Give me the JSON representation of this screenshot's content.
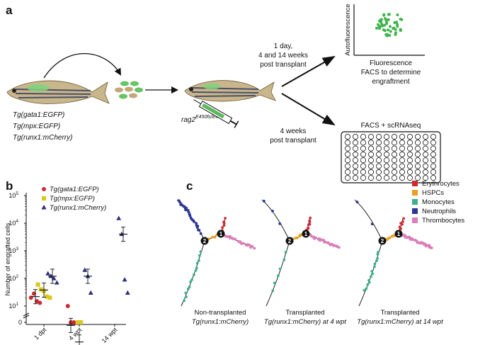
{
  "panel_labels": {
    "a": "a",
    "b": "b",
    "c": "c"
  },
  "panel_a": {
    "donor_lines": [
      "Tg(gata1:EGFP)",
      "Tg(mpx:EGFP)",
      "Tg(runx1:mCherry)"
    ],
    "recipient_base": "rag2",
    "recipient_sup": "E450fs/E450fs",
    "upper_label": [
      "1 day,",
      "4 and 14 weeks",
      "post transplant"
    ],
    "lower_label": [
      "4 weeks",
      "post transplant"
    ],
    "scatter_ylabel": "Autofluorescence",
    "scatter_xlabel": "Fluorescence",
    "facs_caption": [
      "FACS to determine",
      "engraftment"
    ],
    "plate_title": "FACS + scRNAseq"
  },
  "colors": {
    "red": "#cc2b33",
    "yellow": "#d9c81d",
    "navy": "#2a2f7e",
    "green": "#3fb34a",
    "orange": "#e8a020",
    "teal": "#3fae8a",
    "blue": "#2b3595",
    "pink": "#d97fb8"
  },
  "chart_data": {
    "type": "scatter",
    "ylabel": "Number of engrafted cells",
    "y_scale": "log",
    "y_ticks": [
      "0",
      "10",
      "10",
      "10",
      "10",
      "10"
    ],
    "y_tick_exps": [
      "",
      "1",
      "2",
      "3",
      "4",
      "5"
    ],
    "ylim": [
      0,
      100000
    ],
    "categories": [
      "1 dpt",
      "4 wpt",
      "14 wpt"
    ],
    "legend": [
      "Tg(gata1:EGFP)",
      "Tg(mpx:EGFP)",
      "Tg(runx1:mCherry)"
    ],
    "series": [
      {
        "name": "Tg(gata1:EGFP)",
        "marker": "circle",
        "color": "#cc2b33",
        "points": [
          [
            "1 dpt",
            20
          ],
          [
            "1 dpt",
            28
          ],
          [
            "1 dpt",
            15
          ],
          [
            "1 dpt",
            13
          ],
          [
            "4 wpt",
            10
          ],
          [
            "4 wpt",
            0
          ],
          [
            "4 wpt",
            0
          ]
        ],
        "mean": {
          "1 dpt": 22,
          "4 wpt": 2
        }
      },
      {
        "name": "Tg(mpx:EGFP)",
        "marker": "square",
        "color": "#d9c81d",
        "points": [
          [
            "1 dpt",
            60
          ],
          [
            "1 dpt",
            40
          ],
          [
            "1 dpt",
            35
          ],
          [
            "1 dpt",
            22
          ],
          [
            "1 dpt",
            20
          ],
          [
            "4 wpt",
            0
          ],
          [
            "4 wpt",
            0
          ]
        ],
        "mean": {
          "1 dpt": 38,
          "4 wpt": 0.5
        }
      },
      {
        "name": "Tg(runx1:mCherry)",
        "marker": "triangle",
        "color": "#2a2f7e",
        "points": [
          [
            "1 dpt",
            150
          ],
          [
            "1 dpt",
            120
          ],
          [
            "1 dpt",
            100
          ],
          [
            "1 dpt",
            70
          ],
          [
            "4 wpt",
            200
          ],
          [
            "4 wpt",
            120
          ],
          [
            "4 wpt",
            30
          ],
          [
            "14 wpt",
            15000
          ],
          [
            "14 wpt",
            4000
          ],
          [
            "14 wpt",
            90
          ],
          [
            "14 wpt",
            30
          ]
        ],
        "mean": {
          "1 dpt": 120,
          "4 wpt": 120,
          "14 wpt": 4000
        }
      }
    ]
  },
  "panel_c": {
    "legend": [
      {
        "label": "Erythrocytes",
        "color": "#cc2b33"
      },
      {
        "label": "HSPCs",
        "color": "#e8a020"
      },
      {
        "label": "Monocytes",
        "color": "#3fae8a"
      },
      {
        "label": "Neutrophils",
        "color": "#2b3595"
      },
      {
        "label": "Thrombocytes",
        "color": "#d97fb8"
      }
    ],
    "node_1": "1",
    "node_2": "2",
    "captions": [
      {
        "line1": "Non-transplanted",
        "line2": "Tg(runx1:mCherry)"
      },
      {
        "line1": "Transplanted",
        "line2": "Tg(runx1:mCherry) at 4 wpt"
      },
      {
        "line1": "Transplanted",
        "line2": "Tg(runx1:mCherry) at 14 wpt"
      }
    ]
  }
}
